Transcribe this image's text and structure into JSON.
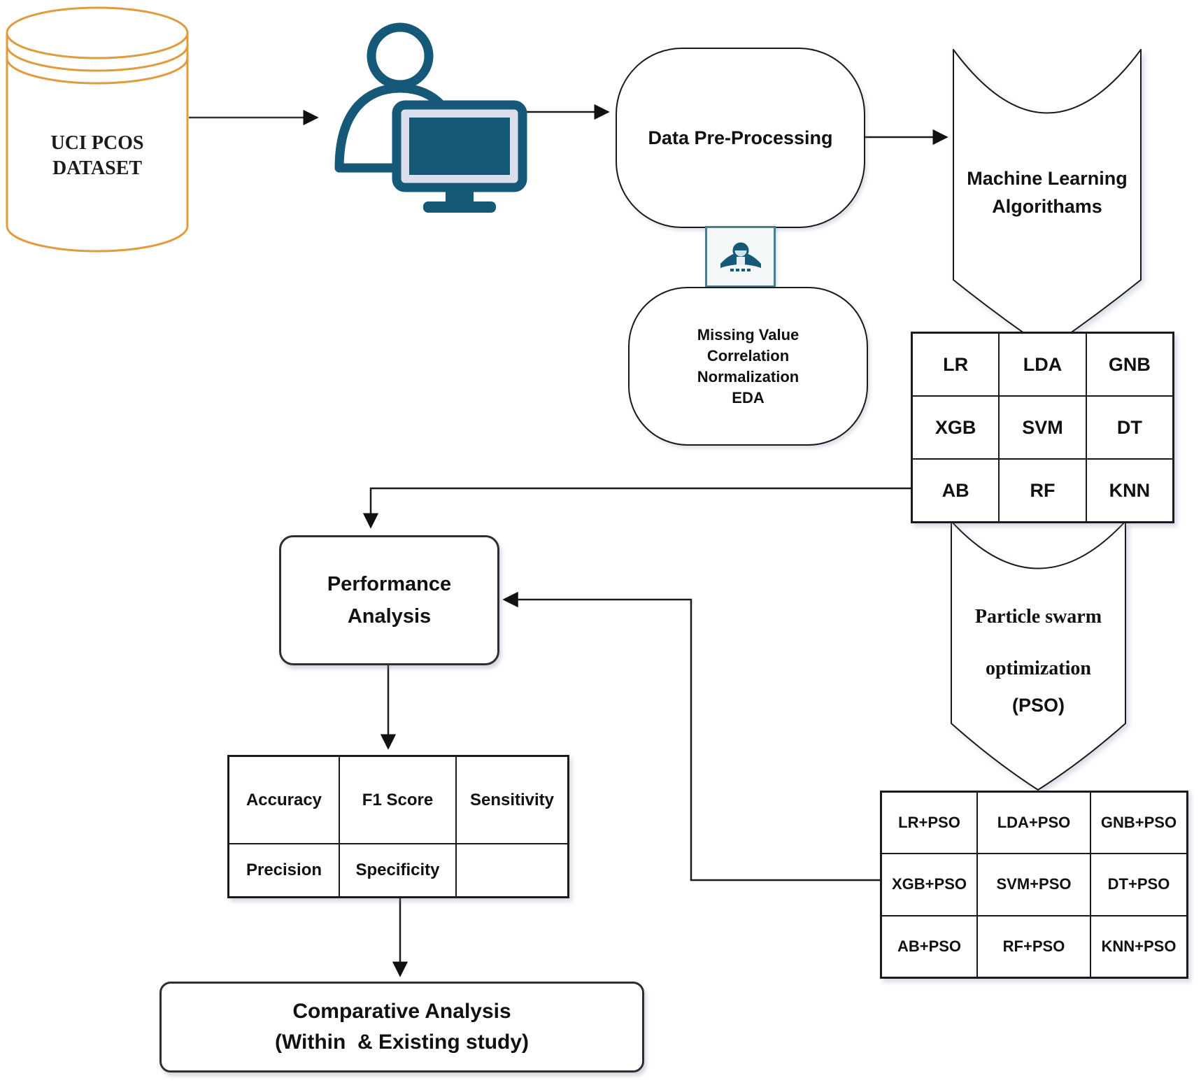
{
  "dataset": {
    "line1": "UCI PCOS",
    "line2": "DATASET"
  },
  "preprocessing": {
    "label": "Data Pre-Processing"
  },
  "preprocessing_steps": {
    "lines": [
      "Missing Value",
      "Correlation",
      "Normalization",
      "EDA"
    ]
  },
  "ml_banner": {
    "line1": "Machine Learning",
    "line2": "Algorithams"
  },
  "ml_table": {
    "cells": [
      "LR",
      "LDA",
      "GNB",
      "XGB",
      "SVM",
      "DT",
      "AB",
      "RF",
      "KNN"
    ]
  },
  "pso_banner": {
    "line1": "Particle swarm",
    "line2": "optimization",
    "line3": "(PSO)"
  },
  "pso_table": {
    "cells": [
      "LR+PSO",
      "LDA+PSO",
      "GNB+PSO",
      "XGB+PSO",
      "SVM+PSO",
      "DT+PSO",
      "AB+PSO",
      "RF+PSO",
      "KNN+PSO"
    ]
  },
  "performance": {
    "line1": "Performance",
    "line2": "Analysis"
  },
  "metrics_table": {
    "cells": [
      "Accuracy",
      "F1 Score",
      "Sensitivity",
      "Precision",
      "Specificity",
      ""
    ]
  },
  "comparative": {
    "line1": "Comparative Analysis",
    "line2": "(Within  & Existing study)"
  },
  "colors": {
    "cylinder_stroke": "#E09B3C",
    "icon_teal": "#155878",
    "icon_box_border": "#4B7D91",
    "line": "#1a1a1a"
  }
}
